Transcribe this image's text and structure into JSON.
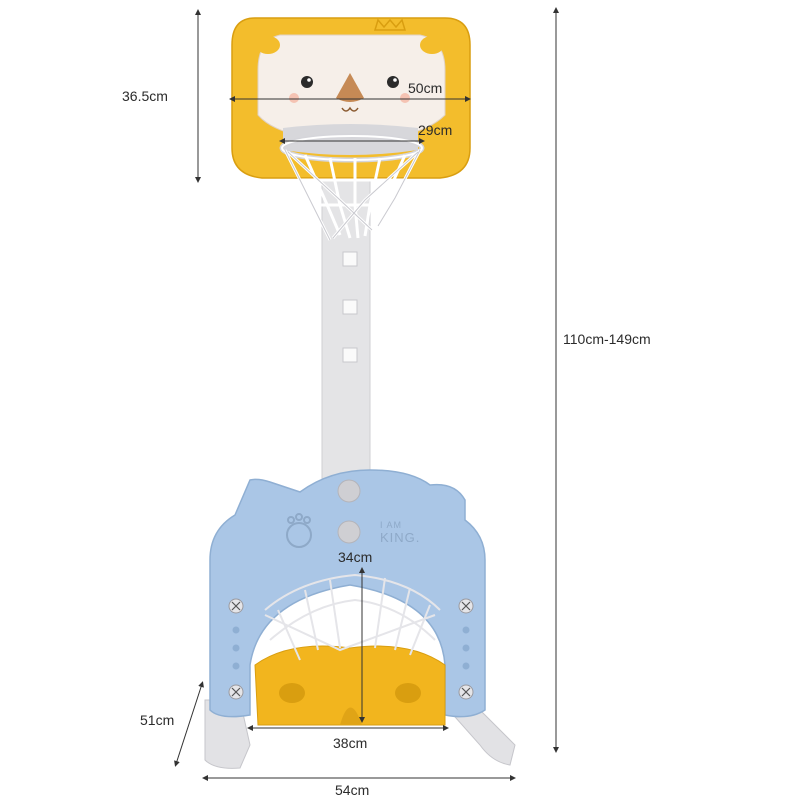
{
  "product": {
    "brand_line1": "I AM",
    "brand_line2": "KING."
  },
  "dimensions": {
    "backboard_height": "36.5cm",
    "backboard_width": "50cm",
    "hoop_diameter": "29cm",
    "total_height": "110cm-149cm",
    "goal_height": "34cm",
    "base_depth": "51cm",
    "goal_width": "38cm",
    "base_width": "54cm"
  },
  "colors": {
    "backboard_yellow": "#f3bd2c",
    "base_blue": "#aac6e6",
    "pole_gray": "#e4e4e6",
    "inner_yellow": "#f2b51e"
  }
}
